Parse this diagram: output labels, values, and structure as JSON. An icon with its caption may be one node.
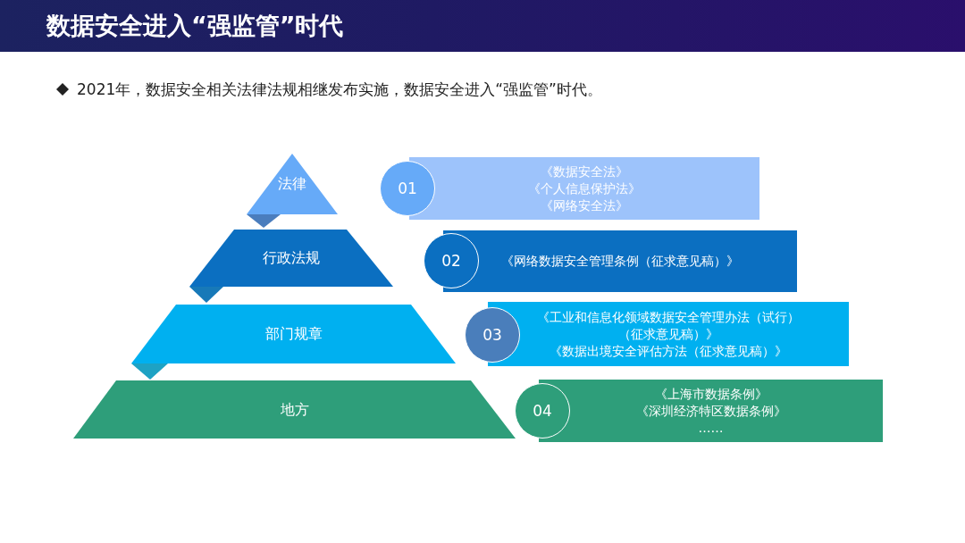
{
  "diagram": {
    "title": "数据安全进入“强监管”时代",
    "nodes": [
      {
        "text": [
          "法律"
        ]
      },
      {
        "text": [
          "01"
        ]
      },
      {
        "text": [
          "《数据安全法》",
          "《个人信息保护法》",
          "《网络安全法》"
        ]
      },
      {
        "text": [
          "行政法规"
        ]
      },
      {
        "text": [
          "02"
        ]
      },
      {
        "text": [
          "《网络数据安全管理条例（征求意见稿）》"
        ]
      },
      {
        "text": [
          "部门规章"
        ]
      },
      {
        "text": [
          "03"
        ]
      },
      {
        "text": [
          "《工业和信息化领域数据安全管理办法（试行）（征求意见稿）》",
          "《数据出境安全评估方法（征求意见稿）》"
        ]
      },
      {
        "text": [
          "地方"
        ]
      },
      {
        "text": [
          "04"
        ]
      },
      {
        "text": [
          "《上海市数据条例》",
          "《深圳经济特区数据条例》",
          "……"
        ]
      }
    ],
    "labels": [
      "2021年，数据安全相关法律法规相继发布实施，数据安全进入“强监管”时代。"
    ]
  }
}
